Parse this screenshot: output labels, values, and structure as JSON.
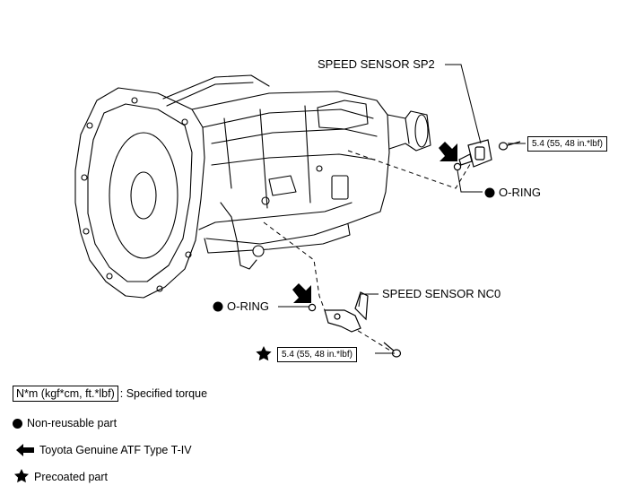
{
  "labels": {
    "speed_sensor_sp2": "SPEED SENSOR SP2",
    "speed_sensor_nc0": "SPEED SENSOR NC0",
    "o_ring_upper": "O-RING",
    "o_ring_lower": "O-RING"
  },
  "torque": {
    "sp2_bolt": "5.4 (55, 48 in.*lbf)",
    "nc0_bolt": "5.4 (55, 48 in.*lbf)"
  },
  "legend": {
    "torque_unit": "N*m (kgf*cm, ft.*lbf)",
    "torque_desc": ": Specified torque",
    "non_reusable": "Non-reusable part",
    "atf": "Toyota Genuine ATF Type T-IV",
    "precoated": "Precoated part"
  },
  "icons": {
    "non_reusable": "filled-circle-icon",
    "atf": "arrow-left-icon",
    "precoated": "star-icon"
  }
}
